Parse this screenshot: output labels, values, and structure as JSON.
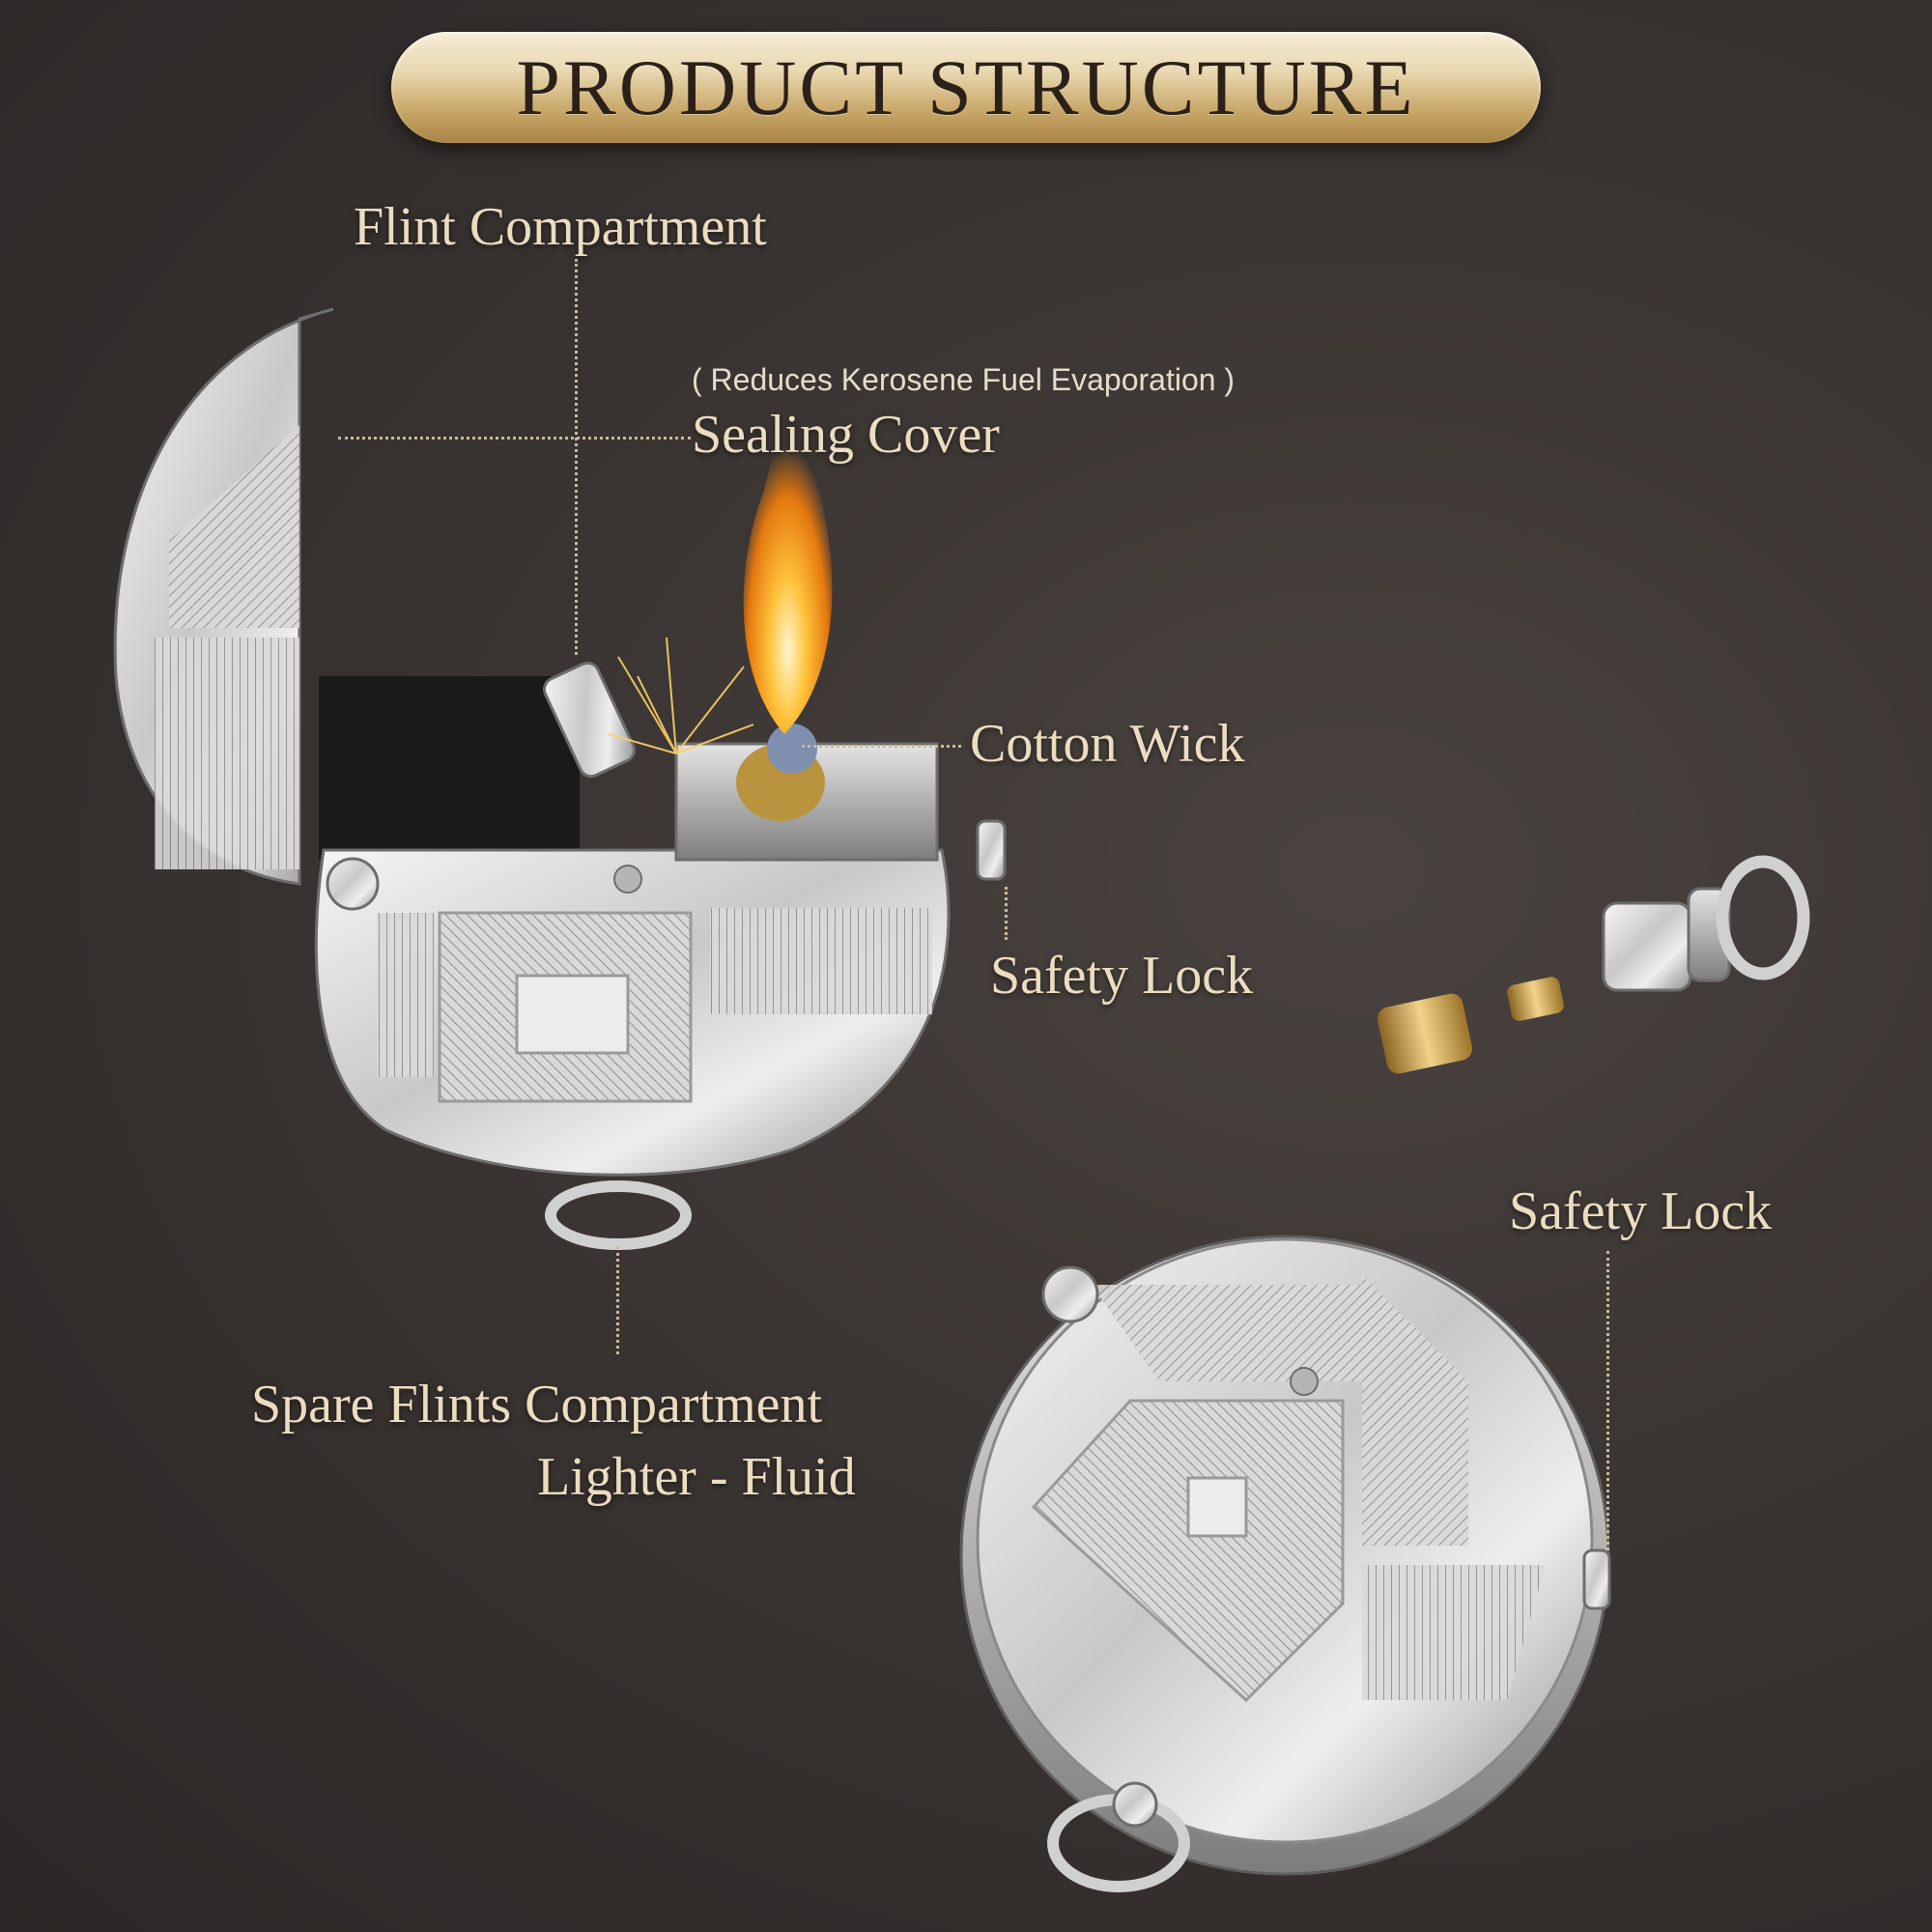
{
  "banner": {
    "title": "PRODUCT STRUCTURE"
  },
  "labels": {
    "flint_compartment": "Flint Compartment",
    "sealing_note": "( Reduces Kerosene Fuel Evaporation )",
    "sealing_cover": "Sealing Cover",
    "cotton_wick": "Cotton Wick",
    "safety_lock_1": "Safety Lock",
    "safety_lock_2": "Safety Lock",
    "spare_flints": "Spare Flints Compartment",
    "lighter_fluid": "Lighter - Fluid"
  },
  "colors": {
    "background": "#3a3432",
    "label_text": "#ecdcc0",
    "banner_gold": "#c9a86a",
    "leader_line": "#cdb894",
    "chrome": "#d8d8d8",
    "brass": "#c9a24a",
    "flame": "#f6a21a"
  }
}
